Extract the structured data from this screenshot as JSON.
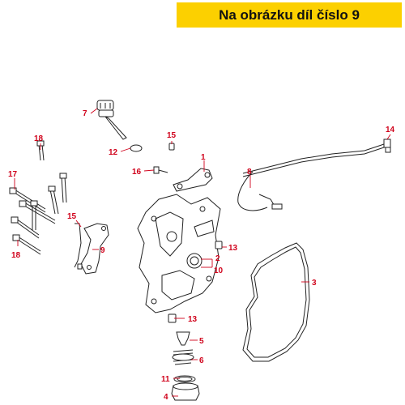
{
  "banner": {
    "text": "Na obrázku díl číslo 9",
    "color": "#fcd000"
  },
  "accent_color": "#d0021b",
  "callouts": {
    "c1": "1",
    "c2": "2",
    "c3": "3",
    "c4": "4",
    "c5": "5",
    "c6": "6",
    "c7": "7",
    "c8": "8",
    "c9": "9",
    "c10": "10",
    "c11": "11",
    "c12": "12",
    "c13a": "13",
    "c13b": "13",
    "c14": "14",
    "c15a": "15",
    "c15b": "15",
    "c16": "16",
    "c17": "17",
    "c18a": "18",
    "c18b": "18"
  }
}
